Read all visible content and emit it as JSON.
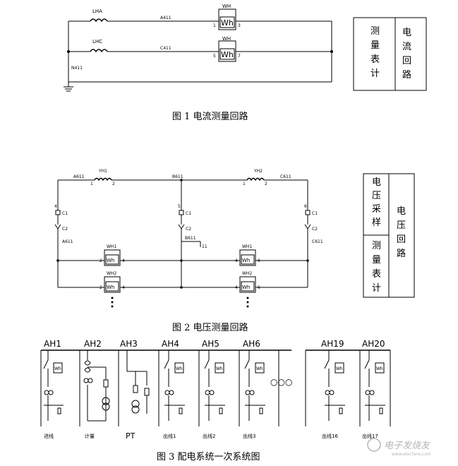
{
  "fig1": {
    "caption": "图 1  电流测量回路",
    "ct_a": "LHA",
    "ct_c": "LHC",
    "wire_a": "A411",
    "wire_c": "C411",
    "neutral": "N411",
    "meter_title": "WH",
    "meter_symbol": "Wh",
    "term_1": "1",
    "term_3": "3",
    "term_5": "5",
    "term_7": "7",
    "side_left": [
      "测",
      "量",
      "表",
      "计"
    ],
    "side_right": [
      "电",
      "流",
      "回",
      "路"
    ]
  },
  "fig2": {
    "caption": "图 2  电压测量回路",
    "wire_a": "A611",
    "wire_b": "B611",
    "wire_c": "C611",
    "pt1": "YH1",
    "pt2": "YH2",
    "t1": "1",
    "t2": "2",
    "t4": "4",
    "t5": "5",
    "t6": "6",
    "fuse_c1": "C1",
    "switch_c2": "C2",
    "bus_a": "A611",
    "bus_b": "B611",
    "bus_c": "C611",
    "ground_mark": "11",
    "meter1_title": "WH1",
    "meter2_title": "WH2",
    "meter_symbol": "Wh",
    "box_top": [
      "电",
      "压",
      "采",
      "样"
    ],
    "box_mid": [
      "测",
      "量",
      "表",
      "计"
    ],
    "box_right": [
      "电",
      "压",
      "回",
      "路"
    ]
  },
  "fig3": {
    "caption": "图 3  配电系统一次系统图",
    "cabinets": [
      "AH1",
      "AH2",
      "AH3",
      "AH4",
      "AH5",
      "AH6",
      "AH19",
      "AH20"
    ],
    "bottom_labels": [
      "进线",
      "计量",
      "PT",
      "出线1",
      "出线2",
      "出线3",
      "出线16",
      "出线17"
    ],
    "ellipsis": "○○○",
    "meter_symbol": "Wh"
  },
  "watermark": "电子发烧友",
  "watermark_url": "www.elecfans.com"
}
